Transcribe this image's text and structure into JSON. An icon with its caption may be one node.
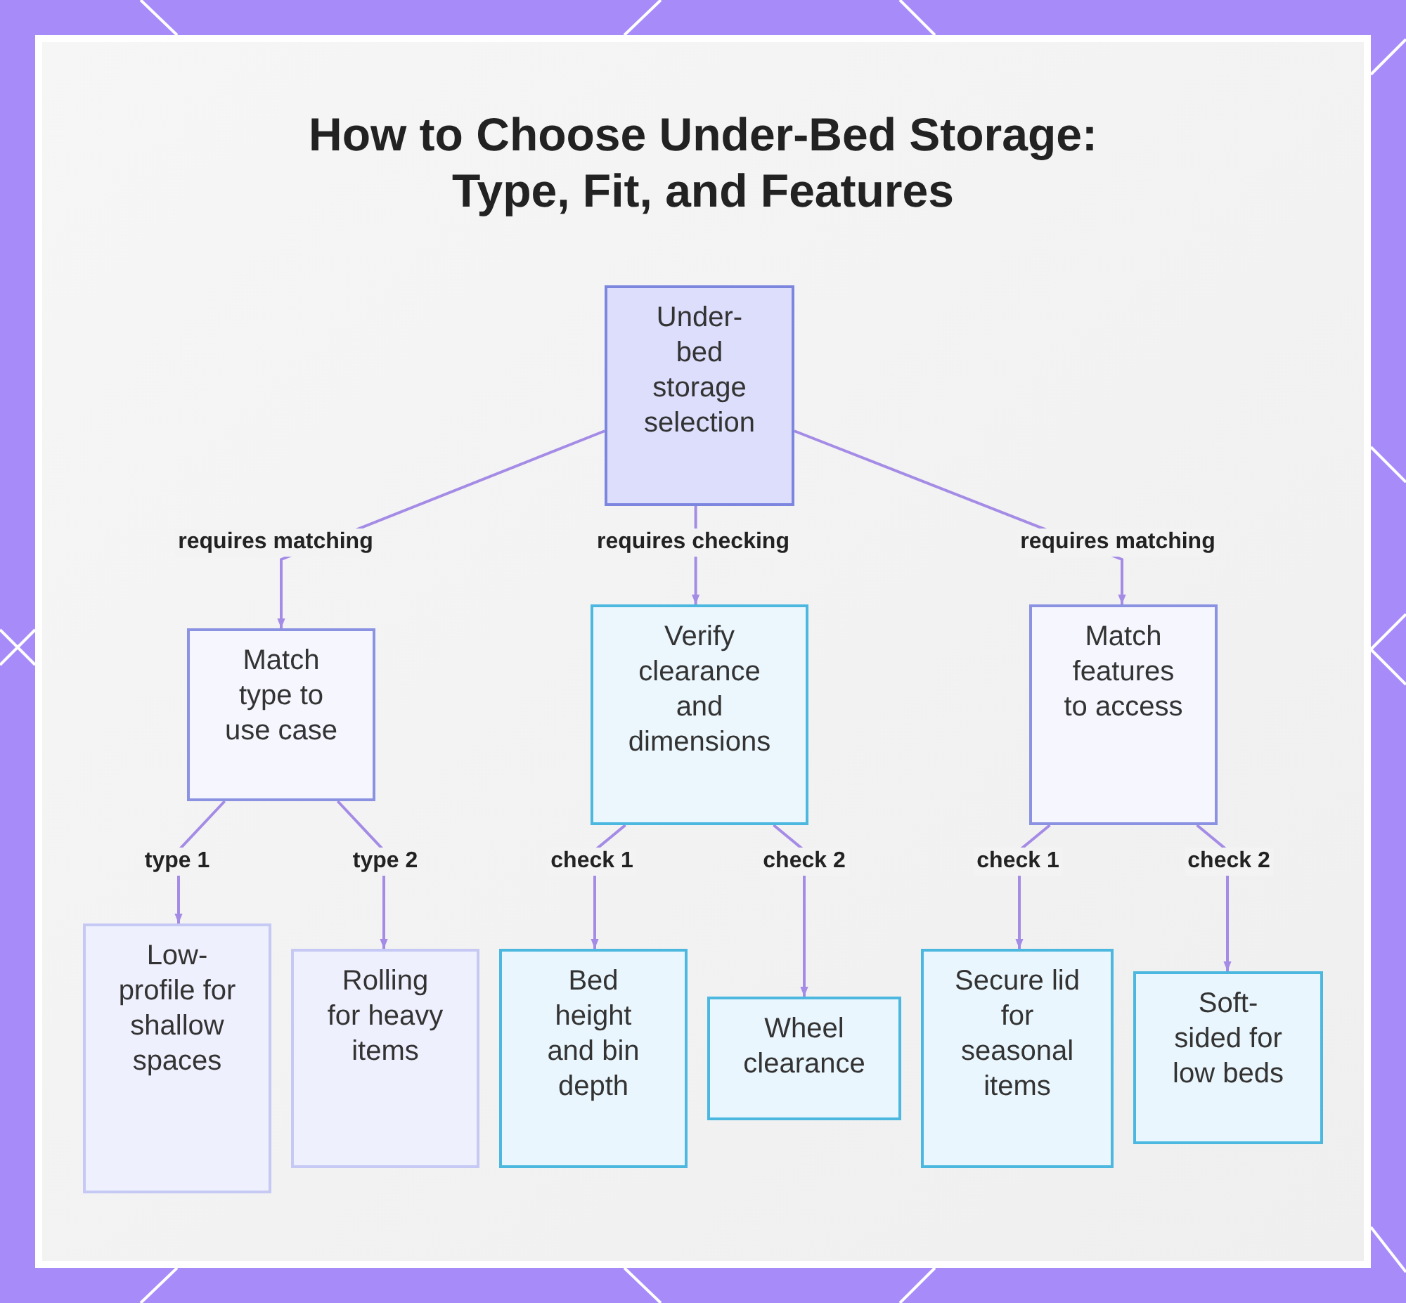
{
  "diagram": {
    "title": "How to Choose Under-Bed Storage: Type, Fit, and Features",
    "nodes": [
      {
        "text": [
          "Under-bed storage selection"
        ]
      },
      {
        "text": [
          "Match type to use case"
        ]
      },
      {
        "text": [
          "Verify clearance and dimensions"
        ]
      },
      {
        "text": [
          "Match features to access"
        ]
      },
      {
        "text": [
          "Low-profile for shallow spaces"
        ]
      },
      {
        "text": [
          "Rolling for heavy items"
        ]
      },
      {
        "text": [
          "Bed height and bin depth"
        ]
      },
      {
        "text": [
          "Wheel clearance"
        ]
      },
      {
        "text": [
          "Secure lid for seasonal items"
        ]
      },
      {
        "text": [
          "Soft-sided for low beds"
        ]
      }
    ],
    "edges": [
      {
        "from": 0,
        "to": 1,
        "arrow": "to",
        "label": "requires matching"
      },
      {
        "from": 0,
        "to": 2,
        "arrow": "to",
        "label": "requires checking"
      },
      {
        "from": 0,
        "to": 3,
        "arrow": "to",
        "label": "requires matching"
      },
      {
        "from": 1,
        "to": 4,
        "arrow": "to",
        "label": "type 1"
      },
      {
        "from": 1,
        "to": 5,
        "arrow": "to",
        "label": "type 2"
      },
      {
        "from": 2,
        "to": 6,
        "arrow": "to",
        "label": "check 1"
      },
      {
        "from": 2,
        "to": 7,
        "arrow": "to",
        "label": "check 2"
      },
      {
        "from": 3,
        "to": 8,
        "arrow": "to",
        "label": "check 1"
      },
      {
        "from": 3,
        "to": 9,
        "arrow": "to",
        "label": "check 2"
      }
    ]
  }
}
